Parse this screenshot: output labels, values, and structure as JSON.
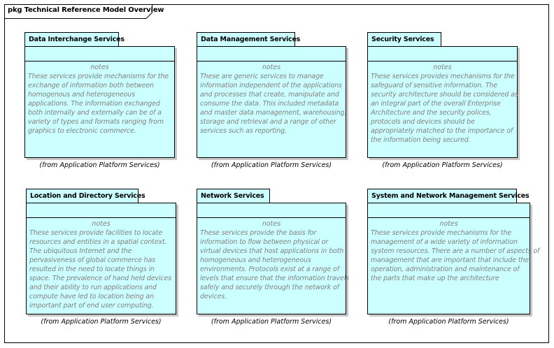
{
  "diagram": {
    "title": "pkg Technical Reference Model Overview",
    "fill_color": "#ccffff",
    "notes_label": "notes",
    "packages": [
      {
        "name": "Data Interchange Services",
        "caption": "(from Application Platform Services)",
        "notes": [
          "These services provide mechanisms for the",
          "exchange of information both between",
          "homogenous and heterogeneous",
          "applications. The information exchanged",
          "both internally and externally can be of a",
          "variety of types and formats ranging from",
          "graphics to electronic commerce."
        ]
      },
      {
        "name": "Data Management Services",
        "caption": "(from Application Platform Services)",
        "notes": [
          "These are generic services to manage",
          "information independent of the applications",
          "and processes that create, manipulate and",
          "consume the data. This included metadata",
          "and master data management, warehousing,",
          "storage and retrieval and a range of other",
          "services such as reporting."
        ]
      },
      {
        "name": "Security Services",
        "caption": "(from Application Platform Services)",
        "notes": [
          "These services provides mechanisms for the",
          "safeguard of sensitive information. The",
          "security architecture should be considered as",
          "an integral part of the overall Enterprise",
          "Architecture and the security polices,",
          "protocols and devices should be",
          "appropriately matched to the importance of",
          "the information being secured."
        ]
      },
      {
        "name": "Location and Directory Services",
        "caption": "(from Application Platform Services)",
        "notes": [
          "These services provide facilities to locate",
          "resources and entities in a spatial context.",
          "The ubiquitous Internet and the",
          "pervasiveness of global commerce has",
          "resulted in the need to locate things in",
          "space. The prevalence of hand held devices",
          "and their ability to run applications and",
          "compute have led to location being an",
          "important part of end user computing."
        ]
      },
      {
        "name": "Network Services",
        "caption": "(from Application Platform Services)",
        "notes": [
          "These services provide the basis for",
          "information to flow between physical or",
          "virtual devices that host applications in both",
          "homogeneous and heterogeneous",
          "environments. Protocols exist at a range of",
          "levels that ensure that the information travels",
          "safely and securely through the network of",
          "devices."
        ]
      },
      {
        "name": "System and Network Management Services",
        "caption": "(from Application Platform Services)",
        "notes": [
          "These services provide mechanisms for the",
          "management of a wide variety of information",
          "system resources. There are a number of aspects of",
          "management that are important that include the",
          "operation, administration and maintenance of",
          "the parts that make up the architecture"
        ]
      }
    ]
  }
}
